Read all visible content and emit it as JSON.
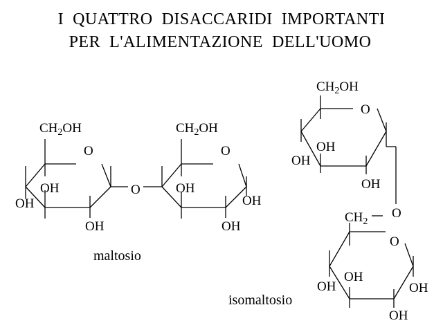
{
  "title": {
    "line1": "I  QUATTRO  DISACCARIDI  IMPORTANTI",
    "line2": "PER  L'ALIMENTAZIONE  DELL'UOMO"
  },
  "maltose": {
    "caption": "maltosio",
    "ring1": {
      "substituent": "CH2OH",
      "ring_oxygen": "O",
      "oh_c3_inner": "OH",
      "oh_c4_outer": "OH",
      "oh_c2": "OH"
    },
    "glycosidic_oxygen": "O",
    "ring2": {
      "substituent": "CH2OH",
      "ring_oxygen": "O",
      "oh_c3_inner": "OH",
      "oh_c1": "OH",
      "oh_c2": "OH"
    }
  },
  "isomaltose": {
    "caption": "isomaltosio",
    "top_ring": {
      "substituent": "CH2OH",
      "ring_oxygen": "O",
      "oh_c3_inner": "OH",
      "oh_c4_outer": "OH",
      "oh_c2": "OH"
    },
    "glycosidic_oxygen": "O",
    "bottom_ring": {
      "substituent": "CH2",
      "ring_oxygen": "O",
      "oh_c3_inner": "OH",
      "oh_c4_outer": "OH",
      "oh_c1": "OH",
      "oh_c2": "OH"
    }
  }
}
